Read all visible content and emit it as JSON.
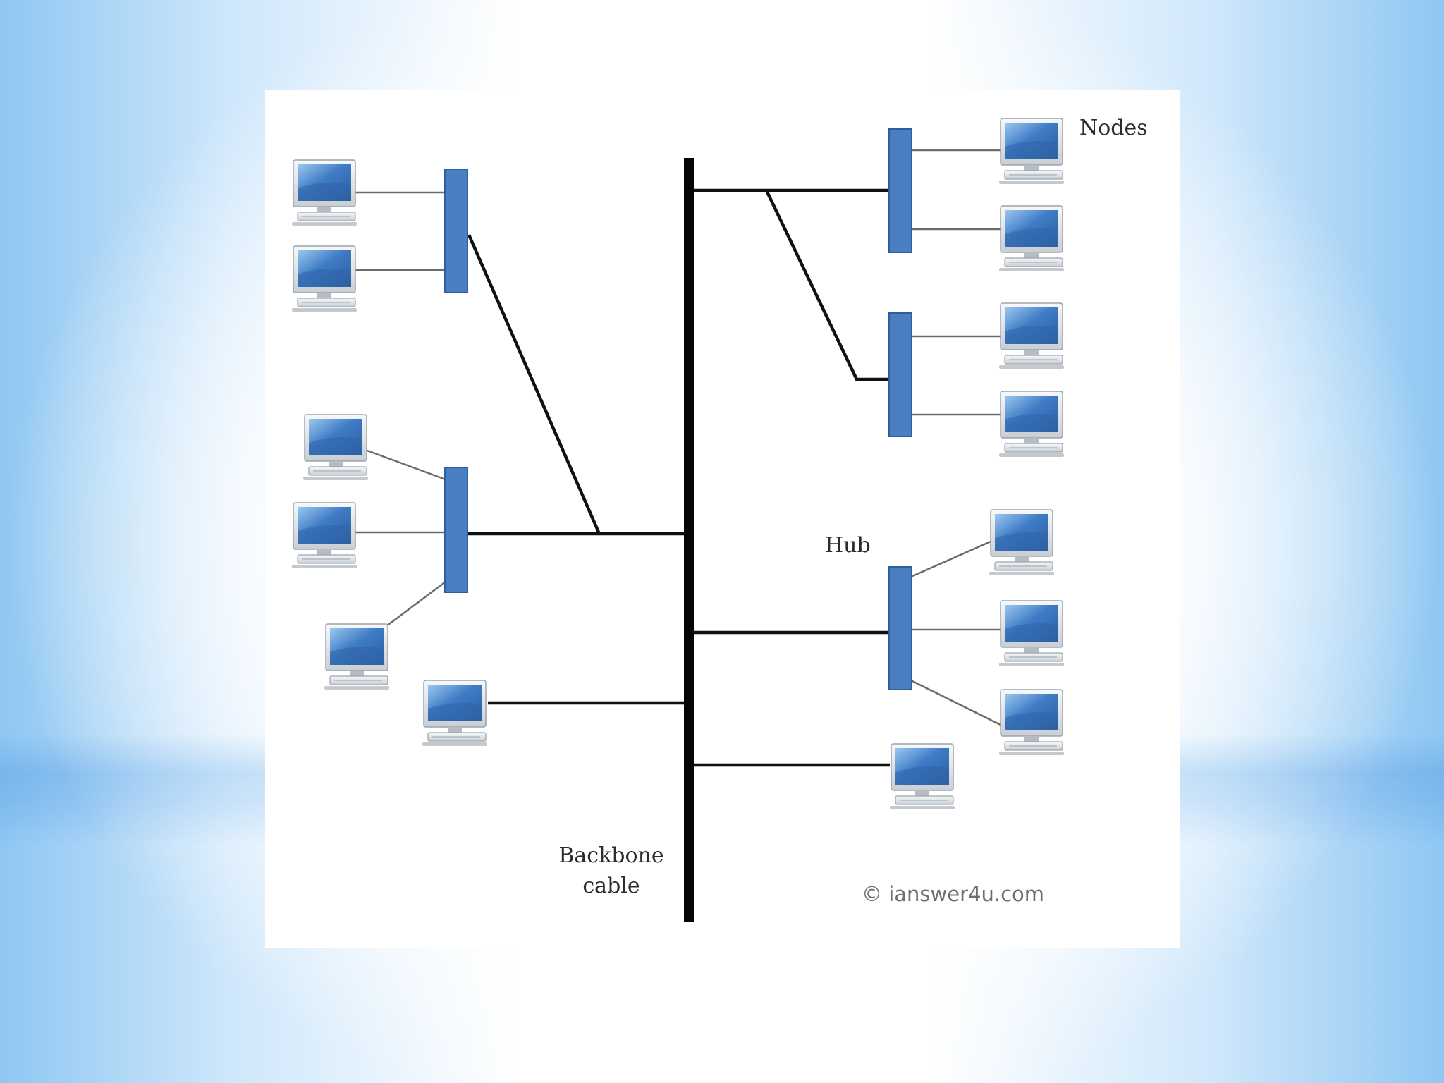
{
  "labels": {
    "nodes": "Nodes",
    "hub": "Hub",
    "backbone_line1": "Backbone",
    "backbone_line2": "cable",
    "credit": "© ianswer4u.com"
  },
  "colors": {
    "hub": "#4a7fc1",
    "hub_edge": "#2f5e9c",
    "backbone": "#000000",
    "screen": "#3a78c4",
    "background_edge": "#8fc7f2"
  },
  "icons": {
    "computer": "desktop-computer-icon",
    "hub": "network-hub"
  }
}
